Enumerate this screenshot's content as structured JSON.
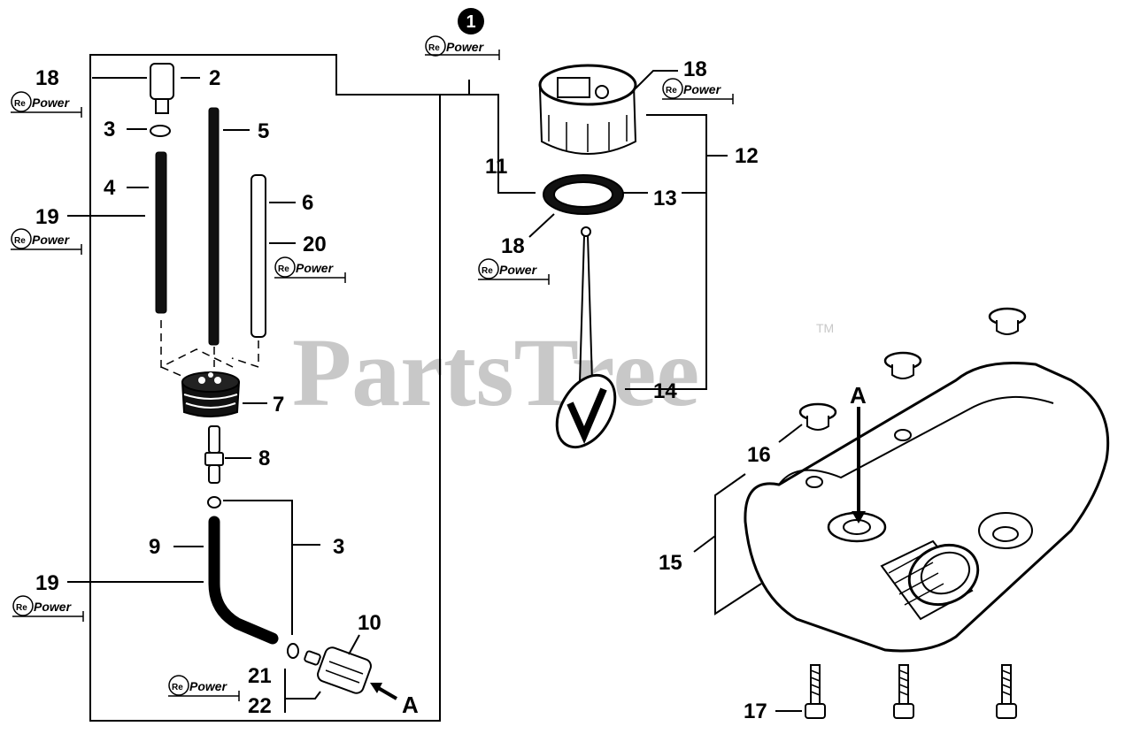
{
  "watermark": {
    "text": "PartsTree",
    "tm": "TM"
  },
  "brand": {
    "re": "Re",
    "power": "Power"
  },
  "callout_1": "1",
  "labels": {
    "l18a": "18",
    "l2": "2",
    "l3a": "3",
    "l5": "5",
    "l4": "4",
    "l19a": "19",
    "l6": "6",
    "l20": "20",
    "l7": "7",
    "l8": "8",
    "l9": "9",
    "l3b": "3",
    "l19b": "19",
    "l10": "10",
    "l21": "21",
    "l22": "22",
    "lA1": "A",
    "l11": "11",
    "l18b": "18",
    "l12": "12",
    "l13": "13",
    "l18c": "18",
    "l14": "14",
    "lA2": "A",
    "l16": "16",
    "l15": "15",
    "l17": "17"
  }
}
